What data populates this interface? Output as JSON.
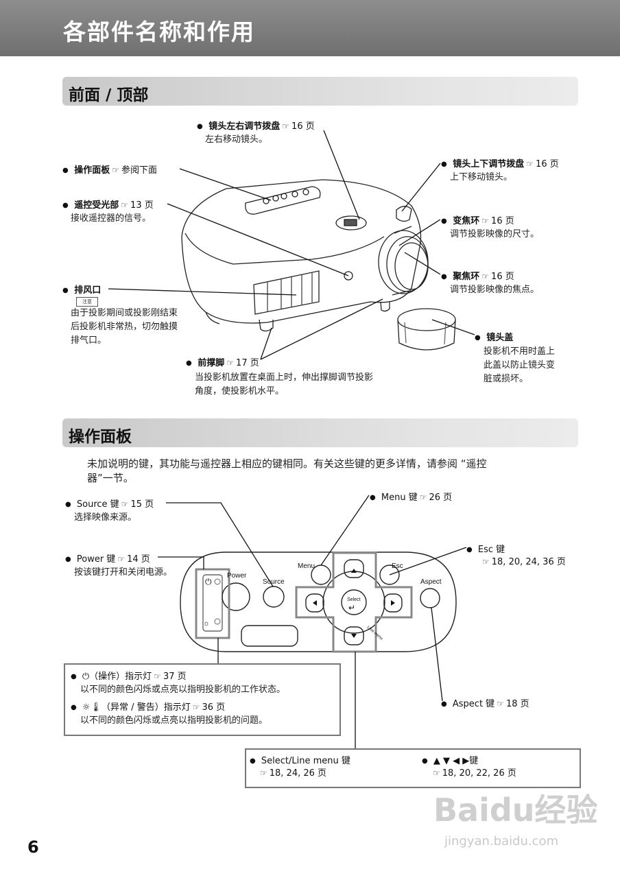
{
  "header": {
    "title": "各部件名称和作用"
  },
  "sections": {
    "front": {
      "title": "前面 / 顶部"
    },
    "panel": {
      "title": "操作面板"
    }
  },
  "ref_icon": "reference-hand-icon",
  "front_labels": {
    "lens_lr": {
      "label": "镜头左右调节拨盘",
      "ref": "16 页",
      "desc": "左右移动镜头。"
    },
    "control_panel": {
      "label": "操作面板",
      "ref": "参阅下面"
    },
    "remote_receiver": {
      "label": "遥控受光部",
      "ref": "13 页",
      "desc": "接收遥控器的信号。"
    },
    "lens_ud": {
      "label": "镜头上下调节拨盘",
      "ref": "16 页",
      "desc": "上下移动镜头。"
    },
    "zoom_ring": {
      "label": "变焦环",
      "ref": "16 页",
      "desc": "调节投影映像的尺寸。"
    },
    "focus_ring": {
      "label": "聚焦环",
      "ref": "16 页",
      "desc": "调节投影映像的焦点。"
    },
    "exhaust": {
      "label": "排风口",
      "note": "注意",
      "desc1": "由于投影期间或投影刚结束",
      "desc2": "后投影机非常热，切勿触摸",
      "desc3": "排气口。"
    },
    "lens_cover": {
      "label": "镜头盖",
      "desc1": "投影机不用时盖上",
      "desc2": "此盖以防止镜头变",
      "desc3": "脏或损坏。"
    },
    "front_foot": {
      "label": "前撑脚",
      "ref": "17 页",
      "desc1": "当投影机放置在桌面上时，伸出撑脚调节投影",
      "desc2": "角度，使投影机水平。"
    }
  },
  "panel_intro": {
    "line1": "未加说明的键，其功能与遥控器上相应的键相同。有关这些键的更多详情，请参阅 “遥控",
    "line2": "器”一节。"
  },
  "panel_labels": {
    "source": {
      "label": "Source 键",
      "ref": "15 页",
      "desc": "选择映像来源。"
    },
    "menu": {
      "label": "Menu 键",
      "ref": "26 页"
    },
    "power": {
      "label": "Power 键",
      "ref": "14 页",
      "desc": "按该键打开和关闭电源。"
    },
    "esc": {
      "label": "Esc 键",
      "ref": "18, 20, 24, 36 页"
    },
    "aspect": {
      "label": "Aspect 键",
      "ref": "18 页"
    },
    "op_indicator": {
      "label": "（操作）指示灯",
      "ref": "37 页",
      "desc": "以不同的颜色闪烁或点亮以指明投影机的工作状态。"
    },
    "warn_indicator": {
      "label": "（异常 / 警告）指示灯",
      "ref": "36 页",
      "desc": "以不同的颜色闪烁或点亮以指明投影机的问题。"
    },
    "select": {
      "label": "Select/Line menu 键",
      "ref": "18, 24, 26 页"
    },
    "arrows": {
      "label": "键",
      "ref": "18, 20, 22, 26 页"
    }
  },
  "panel_buttons": {
    "power": "Power",
    "source": "Source",
    "menu": "Menu",
    "esc": "Esc",
    "aspect": "Aspect",
    "select": "Select",
    "line_menu": "Line menu"
  },
  "page_number": "6",
  "watermark": {
    "brand": "Baidu经验",
    "url": "jingyan.baidu.com"
  }
}
